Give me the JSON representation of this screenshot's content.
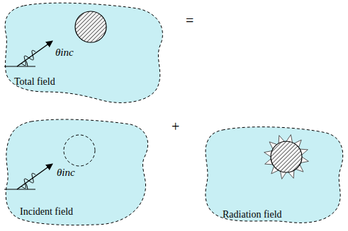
{
  "diagram": {
    "nodes": [
      {
        "text": [
          "Total field"
        ]
      },
      {
        "text": [
          "Incident field"
        ]
      },
      {
        "text": [
          "Radiation field"
        ]
      }
    ],
    "labels": [
      "θinc",
      "=",
      "+",
      "θinc"
    ]
  }
}
